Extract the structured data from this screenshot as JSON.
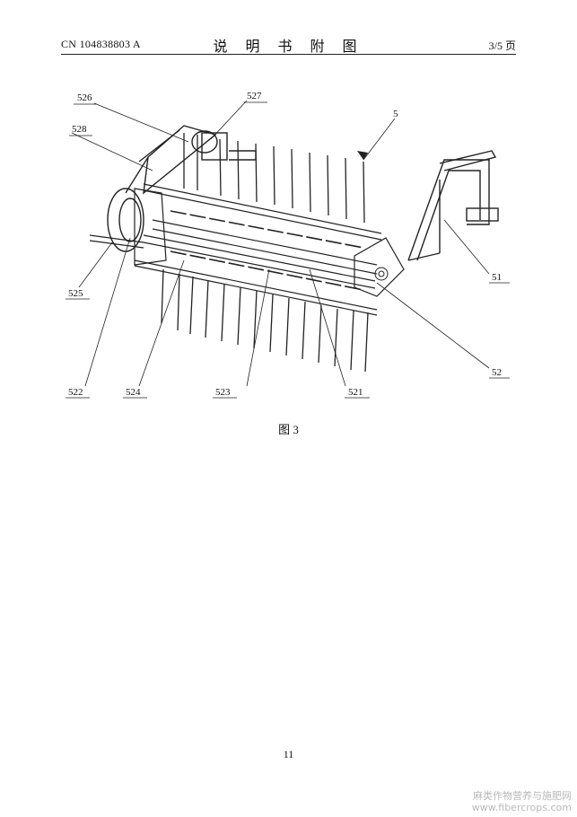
{
  "header": {
    "patent_number": "CN 104838803 A",
    "section_title": "说 明 书 附 图",
    "page_indicator": "3/5 页"
  },
  "figure": {
    "caption": "图 3",
    "reference_labels": {
      "r5": "5",
      "r51": "51",
      "r52": "52",
      "r521": "521",
      "r522": "522",
      "r523": "523",
      "r524": "524",
      "r525": "525",
      "r526": "526",
      "r527": "527",
      "r528": "528"
    }
  },
  "footer": {
    "page_number": "11"
  },
  "watermark": {
    "line1": "麻类作物营养与施肥网",
    "line2": "www.fibercrops.com"
  }
}
